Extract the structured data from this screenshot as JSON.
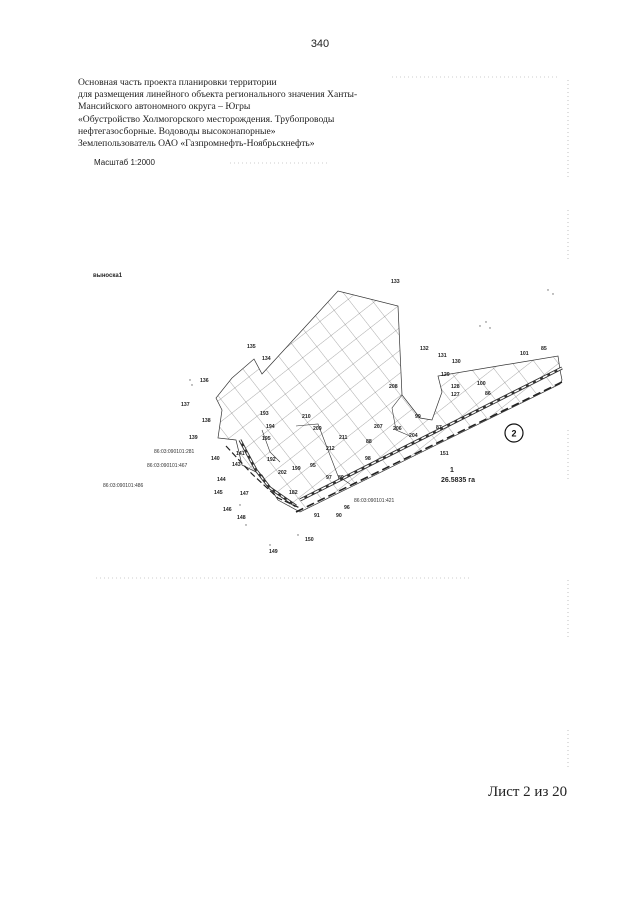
{
  "page_number": "340",
  "header_lines": [
    "Основная часть проекта планировки территории",
    "для размещения линейного объекта регионального значения Ханты-",
    "Мансийского автономного округа – Югры",
    "«Обустройство Холмогорского месторождения. Трубопроводы",
    "нефтегазосборные. Водоводы высоконапорные»",
    "Землепользователь ОАО «Газпромнефть-Ноябрьскнефть»"
  ],
  "scale": "Масштаб 1:2000",
  "callout": "выноска1",
  "parcel_number": "1",
  "parcel_area": "26.5835 га",
  "circle_label": "2",
  "cadastral_labels": [
    "86:03:090101:281",
    "86:03:090101:467",
    "86:03:090101:486",
    "86:03:090101:421"
  ],
  "point_labels": [
    "133",
    "135",
    "134",
    "132",
    "131",
    "130",
    "101",
    "85",
    "136",
    "129",
    "128",
    "127",
    "100",
    "86",
    "137",
    "208",
    "138",
    "193",
    "210",
    "99",
    "87",
    "194",
    "209",
    "207",
    "206",
    "204",
    "139",
    "195",
    "211",
    "88",
    "141",
    "212",
    "151",
    "140",
    "143",
    "192",
    "98",
    "202",
    "199",
    "95",
    "144",
    "97",
    "89",
    "182",
    "145",
    "147",
    "146",
    "148",
    "91",
    "96",
    "90",
    "150",
    "149"
  ],
  "sheet_label": "Лист 2 из 20"
}
